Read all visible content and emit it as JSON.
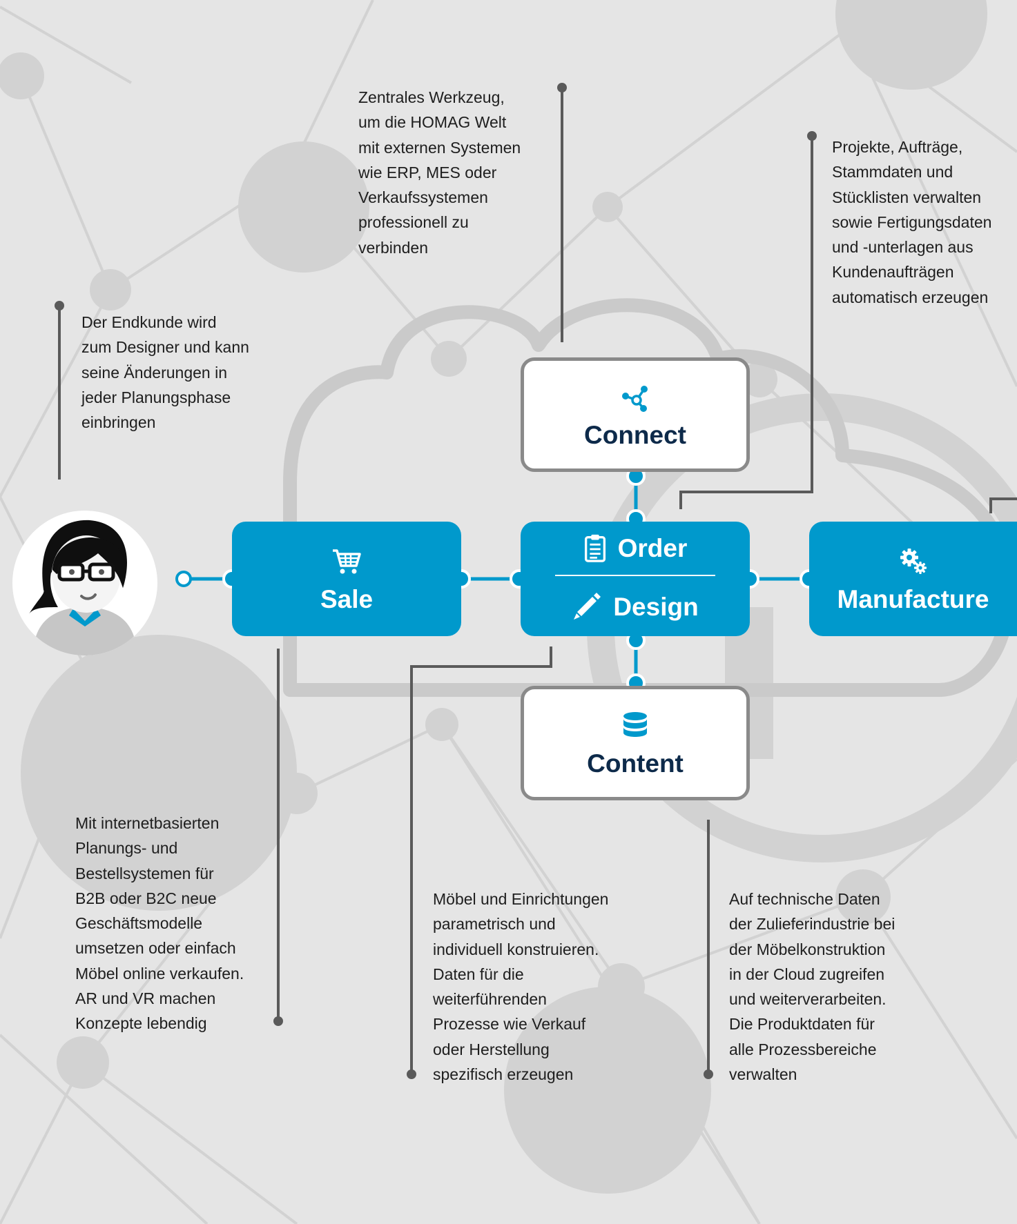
{
  "colors": {
    "background": "#e5e5e5",
    "watermark": "#d2d2d2",
    "accent_blue": "#0099cc",
    "box_border": "#8a8a8a",
    "line_gray": "#5a5a5a",
    "label_navy": "#0d2a4a"
  },
  "nodes": {
    "sale": {
      "label": "Sale",
      "icon": "shopping-cart-icon"
    },
    "connect": {
      "label": "Connect",
      "icon": "share-nodes-icon"
    },
    "order": {
      "label": "Order",
      "icon": "clipboard-icon"
    },
    "design": {
      "label": "Design",
      "icon": "pencil-icon"
    },
    "content": {
      "label": "Content",
      "icon": "database-icon"
    },
    "manufacture": {
      "label": "Manufacture",
      "icon": "gears-icon"
    }
  },
  "descriptions": {
    "endcustomer": "Der Endkunde wird\nzum Designer und kann\nseine Änderungen in\njeder Planungsphase\neinbringen",
    "connect": "Zentrales Werkzeug,\num die HOMAG Welt\nmit externen Systemen\nwie ERP, MES oder\nVerkaufssystemen\nprofessionell zu\nverbinden",
    "order": "Projekte, Aufträge,\nStammdaten und\nStücklisten verwalten\nsowie Fertigungsdaten\nund -unterlagen aus\nKundenaufträgen\nautomatisch erzeugen",
    "sale": "Mit internetbasierten\nPlanungs- und\nBestellsystemen für\nB2B oder B2C neue\nGeschäftsmodelle\numsetzen oder einfach\nMöbel online verkaufen.\nAR und VR machen\nKonzepte lebendig",
    "design": "Möbel und Einrichtungen\nparametrisch und\nindividuell konstruieren.\nDaten für die\nweiterführenden\nProzesse wie Verkauf\noder Herstellung\nspezifisch erzeugen",
    "content": "Auf technische Daten\nder Zulieferindustrie bei\nder Möbelkonstruktion\nin der Cloud zugreifen\nund weiterverarbeiten.\nDie Produktdaten für\nalle Prozessbereiche\nverwalten"
  }
}
